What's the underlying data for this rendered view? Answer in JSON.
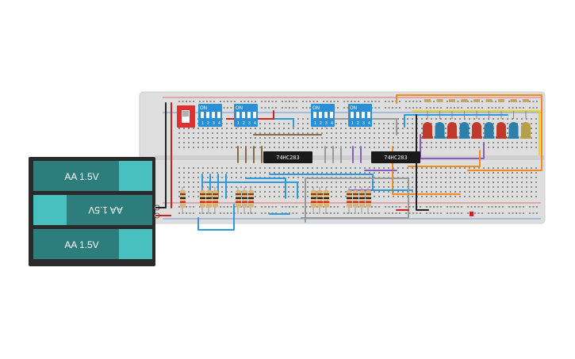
{
  "board": {
    "chips": [
      {
        "label": "74HC283"
      },
      {
        "label": "74HC283"
      }
    ],
    "dip_switches": [
      {
        "on_label": "ON",
        "positions": [
          "1",
          "2",
          "3",
          "4"
        ]
      },
      {
        "on_label": "ON",
        "positions": [
          "1",
          "2",
          "3",
          "4"
        ]
      },
      {
        "on_label": "ON",
        "positions": [
          "1",
          "2",
          "3",
          "4"
        ]
      },
      {
        "on_label": "ON",
        "positions": [
          "1",
          "2",
          "3",
          "4"
        ]
      }
    ],
    "led_colors": [
      "#c0392b",
      "#2b7fa8",
      "#c0392b",
      "#2b7fa8",
      "#c0392b",
      "#2b7fa8",
      "#c0392b",
      "#2b7fa8",
      "#b8a04a"
    ],
    "colors": {
      "board": "#dedede",
      "rail_red": "#e05050",
      "rail_blue": "#4a7fd0",
      "dip_body": "#2a8fd6",
      "chip_body": "#1a1a1a",
      "battery_cell": "#2e7d7d",
      "battery_cap": "#49c0c0"
    }
  },
  "battery": {
    "cells": [
      {
        "label": "AA 1.5V",
        "flipped": false
      },
      {
        "label": "AA 1.5V",
        "flipped": true
      },
      {
        "label": "AA 1.5V",
        "flipped": false
      }
    ]
  }
}
